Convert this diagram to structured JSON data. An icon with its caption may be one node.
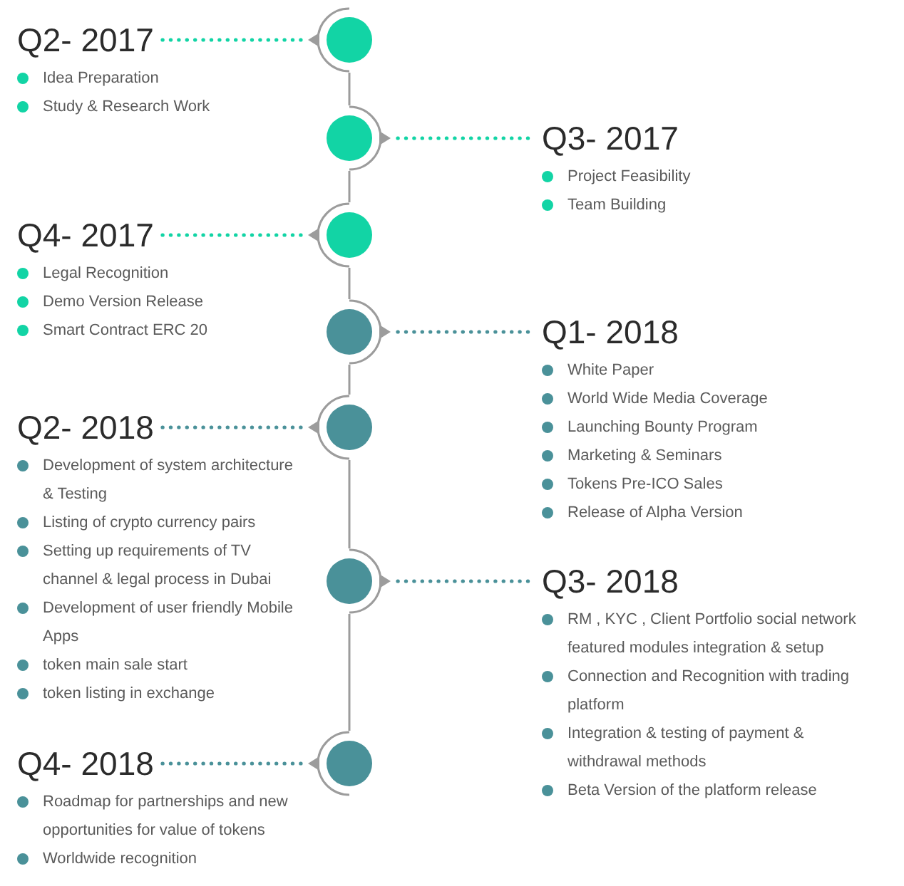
{
  "diagram": {
    "nodes": [
      {
        "text": [
          "Q2- 2017"
        ],
        "beside": [
          "Idea Preparation",
          "Study & Research Work"
        ]
      },
      {
        "text": [],
        "shape": "circle"
      },
      {
        "text": [],
        "shape": "circle"
      },
      {
        "text": [
          "Q3- 2017"
        ],
        "beside": [
          "Project Feasibility",
          "Team Building"
        ]
      },
      {
        "text": [
          "Q4- 2017"
        ],
        "beside": [
          "Legal Recognition",
          "Demo Version Release",
          "Smart Contract ERC 20"
        ]
      },
      {
        "text": [],
        "shape": "circle"
      },
      {
        "text": [],
        "shape": "circle"
      },
      {
        "text": [
          "Q1- 2018"
        ],
        "beside": [
          "White Paper",
          "World Wide Media Coverage",
          "Launching Bounty Program",
          "Marketing & Seminars",
          "Tokens Pre-ICO Sales",
          "Release of Alpha Version"
        ]
      },
      {
        "text": [
          "Q2- 2018"
        ],
        "beside": [
          "Development of system architecture & Testing",
          "Listing of crypto currency pairs",
          "Setting up requirements of TV channel & legal process in Dubai",
          "Development of user friendly Mobile Apps",
          "token main sale start",
          "token listing in exchange"
        ]
      },
      {
        "text": [],
        "shape": "circle"
      },
      {
        "text": [],
        "shape": "circle"
      },
      {
        "text": [
          "Q3- 2018"
        ],
        "beside": [
          "RM , KYC , Client Portfolio social network featured modules integration & setup",
          "Connection and Recognition with trading platform",
          "Integration & testing of payment & withdrawal methods",
          "Beta Version of the platform release"
        ]
      },
      {
        "text": [
          "Q4- 2018"
        ],
        "beside": [
          "Roadmap for partnerships and new opportunities for value of tokens",
          "Worldwide recognition"
        ]
      },
      {
        "text": [],
        "shape": "circle"
      }
    ],
    "edges": [
      {
        "from": 1,
        "to": 0,
        "arrow": "none",
        "style": "dashed",
        "color": "#12d4a5"
      },
      {
        "from": 1,
        "to": 2,
        "arrow": "none"
      },
      {
        "from": 2,
        "to": 3,
        "arrow": "none",
        "style": "dashed",
        "color": "#12d4a5"
      },
      {
        "from": 2,
        "to": 5,
        "arrow": "none"
      },
      {
        "from": 5,
        "to": 4,
        "arrow": "none",
        "style": "dashed",
        "color": "#12d4a5"
      },
      {
        "from": 5,
        "to": 6,
        "arrow": "none"
      },
      {
        "from": 6,
        "to": 7,
        "arrow": "none",
        "style": "dashed",
        "color": "#4a9199"
      },
      {
        "from": 6,
        "to": 9,
        "arrow": "none"
      },
      {
        "from": 9,
        "to": 8,
        "arrow": "none",
        "style": "dashed",
        "color": "#4a9199"
      },
      {
        "from": 9,
        "to": 10,
        "arrow": "none"
      },
      {
        "from": 10,
        "to": 11,
        "arrow": "none",
        "style": "dashed",
        "color": "#4a9199"
      },
      {
        "from": 10,
        "to": 13,
        "arrow": "none"
      },
      {
        "from": 13,
        "to": 12,
        "arrow": "none",
        "style": "dashed",
        "color": "#4a9199"
      }
    ]
  }
}
